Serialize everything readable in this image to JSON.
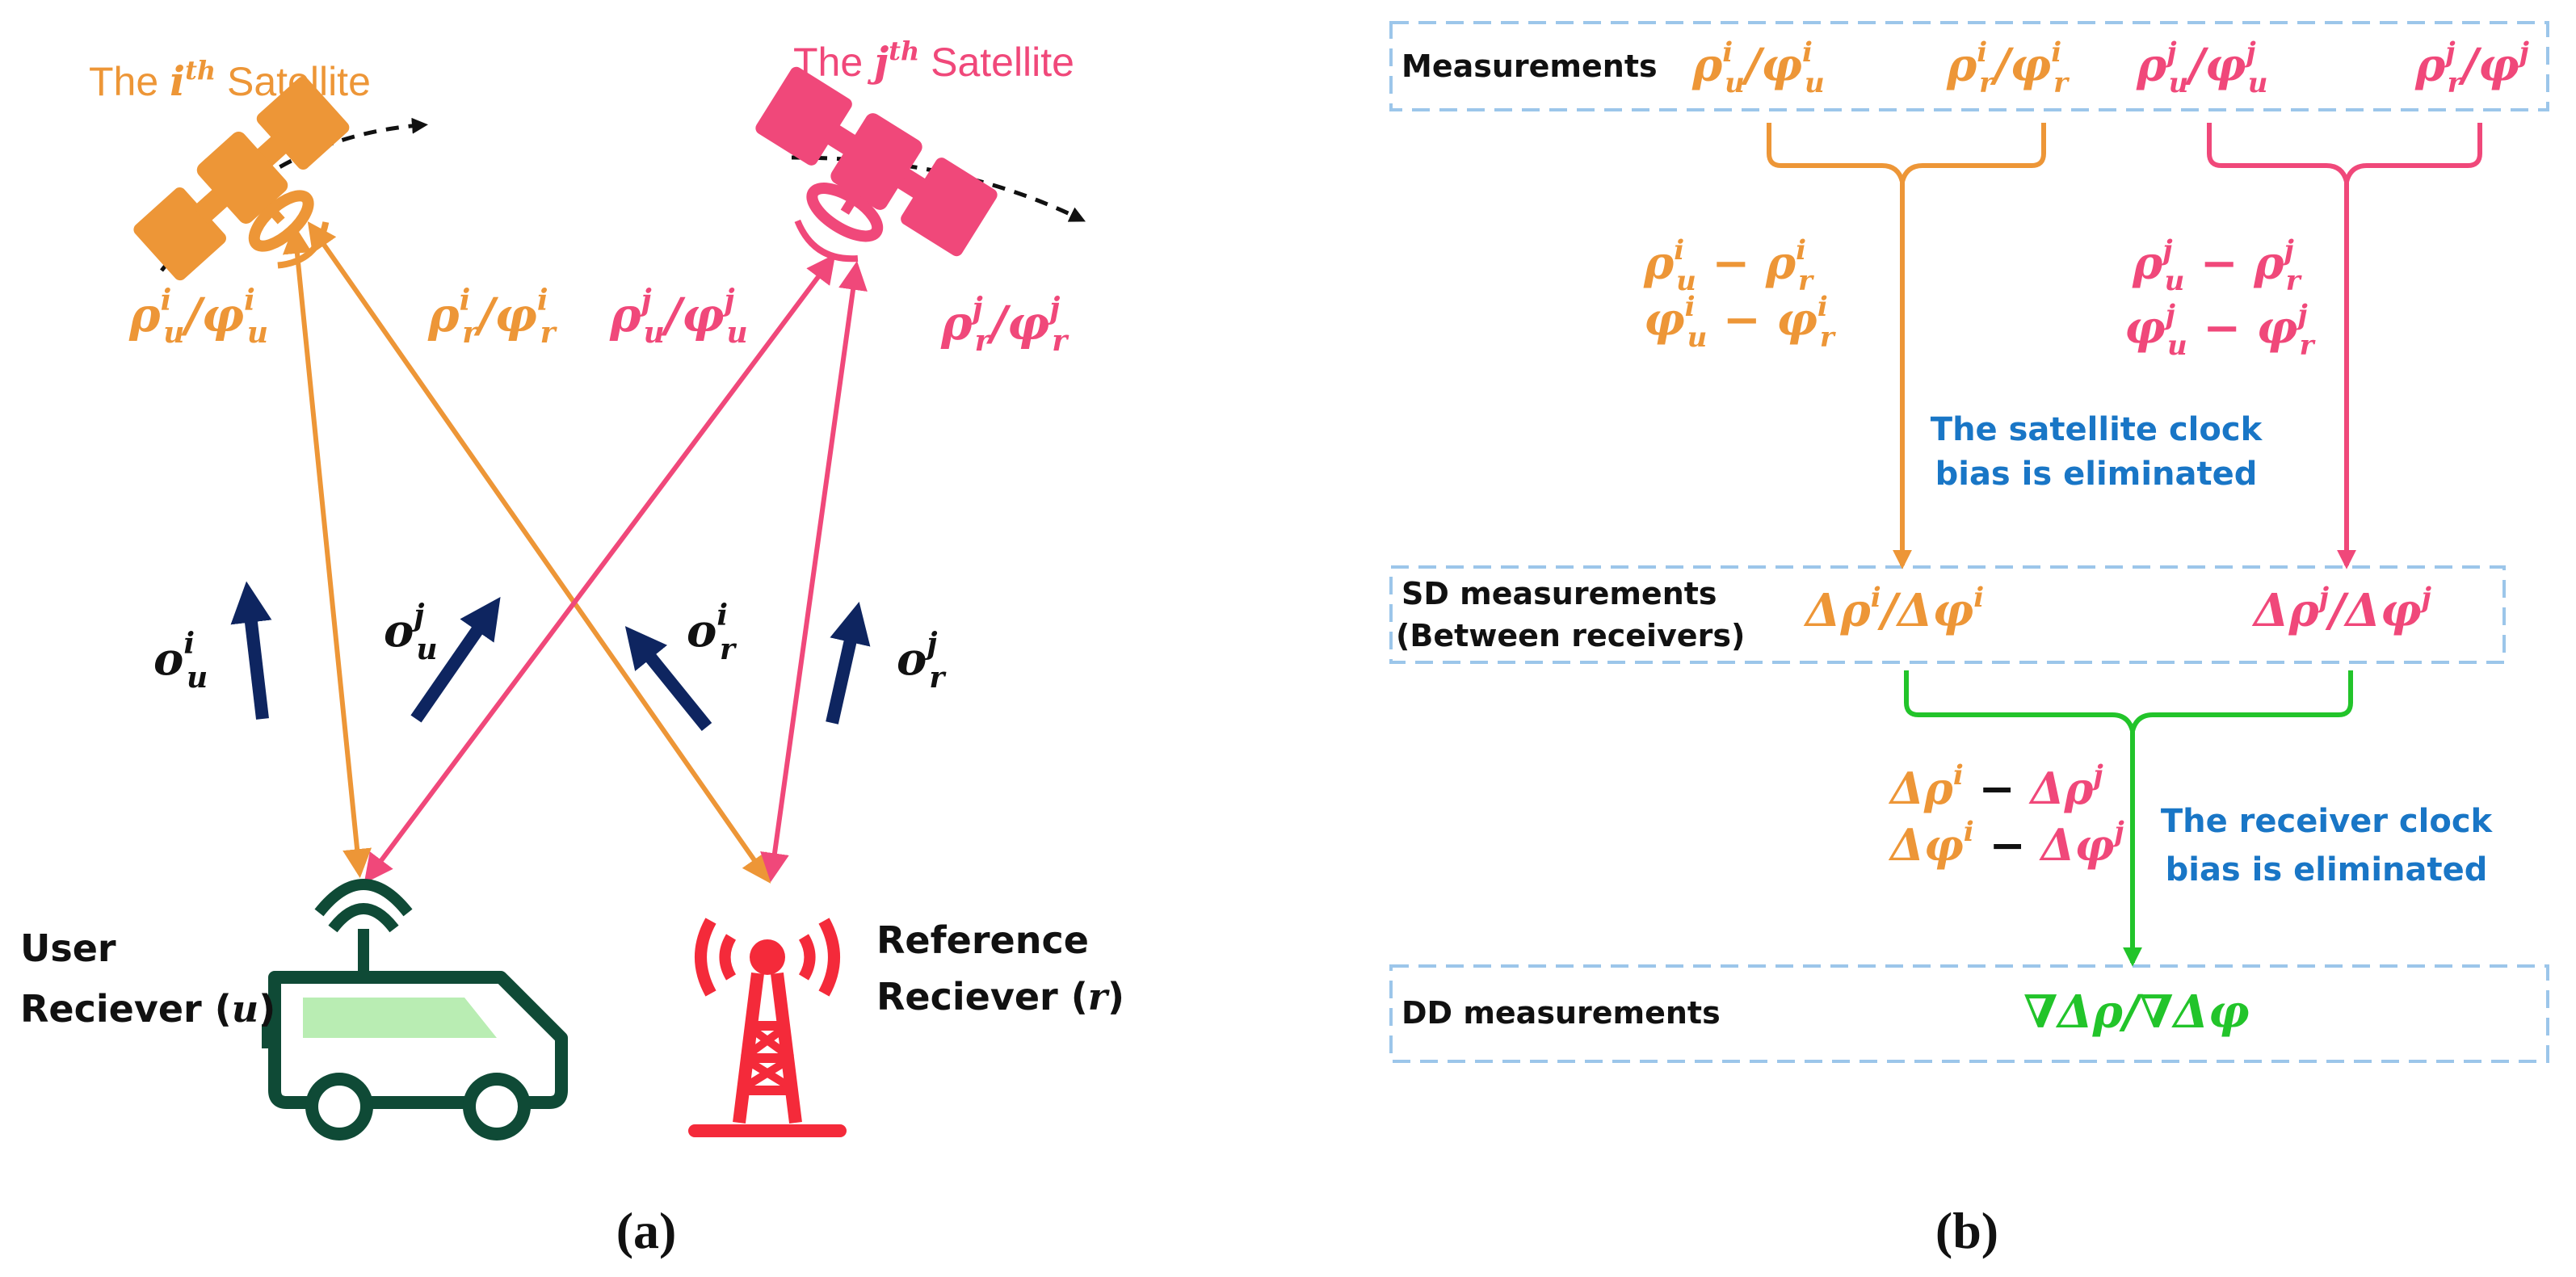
{
  "colors": {
    "orange": "#ED9637",
    "pink": "#F0487A",
    "green": "#22C42A",
    "blue": "#1976C6",
    "navy": "#0E2560",
    "dash_box": "#9CC6EA",
    "car": "#0F4A36",
    "car_window": "#B9EDB3",
    "tower": "#F42A3A"
  },
  "panel_a": {
    "caption": "(a)",
    "sat_i": {
      "title_pre": "The ",
      "title_var": "i",
      "title_sup": "th",
      "title_post": " Satellite",
      "icon": "satellite-icon"
    },
    "sat_j": {
      "title_pre": "The ",
      "title_var": "j",
      "title_sup": "th",
      "title_post": " Satellite",
      "icon": "satellite-icon"
    },
    "labels": {
      "rho_u_i": {
        "base1": "ρ",
        "sup1": "i",
        "sub1": "u",
        "sep": "/",
        "base2": "φ",
        "sup2": "i",
        "sub2": "u"
      },
      "rho_r_i": {
        "base1": "ρ",
        "sup1": "i",
        "sub1": "r",
        "sep": "/",
        "base2": "φ",
        "sup2": "i",
        "sub2": "r"
      },
      "rho_u_j": {
        "base1": "ρ",
        "sup1": "j",
        "sub1": "u",
        "sep": "/",
        "base2": "φ",
        "sup2": "j",
        "sub2": "u"
      },
      "rho_r_j": {
        "base1": "ρ",
        "sup1": "j",
        "sub1": "r",
        "sep": "/",
        "base2": "φ",
        "sup2": "j",
        "sub2": "r"
      }
    },
    "los": [
      {
        "base": "o",
        "sup": "i",
        "sub": "u"
      },
      {
        "base": "o",
        "sup": "j",
        "sub": "u"
      },
      {
        "base": "o",
        "sup": "i",
        "sub": "r"
      },
      {
        "base": "o",
        "sup": "j",
        "sub": "r"
      }
    ],
    "user": {
      "line1": "User",
      "line2_pre": "Reciever (",
      "line2_var": "u",
      "line2_post": ")",
      "icon": "car-icon"
    },
    "reference": {
      "line1": "Reference",
      "line2_pre": "Reciever (",
      "line2_var": "r",
      "line2_post": ")",
      "icon": "antenna-tower-icon"
    }
  },
  "panel_b": {
    "caption": "(b)",
    "measurements_label": "Measurements",
    "sd_label_line1": "SD measurements",
    "sd_label_line2": "(Between receivers)",
    "dd_label": "DD measurements",
    "sd_i": "Δρ",
    "sd_i_sup": "i",
    "sd_i_sep": "/Δφ",
    "sd_j": "Δρ",
    "sd_j_sup": "j",
    "sd_j_sep": "/Δφ",
    "diff_i": {
      "line1": {
        "a": "ρ",
        "a_sup": "i",
        "a_sub": "u",
        "op": " − ",
        "b": "ρ",
        "b_sup": "i",
        "b_sub": "r"
      },
      "line2": {
        "a": "φ",
        "a_sup": "i",
        "a_sub": "u",
        "op": " − ",
        "b": "φ",
        "b_sup": "i",
        "b_sub": "r"
      }
    },
    "diff_j": {
      "line1": {
        "a": "ρ",
        "a_sup": "j",
        "a_sub": "u",
        "op": " − ",
        "b": "ρ",
        "b_sup": "j",
        "b_sub": "r"
      },
      "line2": {
        "a": "φ",
        "a_sup": "j",
        "a_sub": "u",
        "op": " − ",
        "b": "φ",
        "b_sup": "j",
        "b_sub": "r"
      }
    },
    "dd_diff_line1": {
      "a": "Δρ",
      "op": " − ",
      "b": "Δρ"
    },
    "dd_diff_line2": {
      "a": "Δφ",
      "op": " − ",
      "b": "Δφ"
    },
    "dd_result": "∇Δρ/∇Δφ",
    "note_sat_line1": "The satellite clock",
    "note_sat_line2": "bias is eliminated",
    "note_rcv_line1": "The receiver clock",
    "note_rcv_line2": "bias is eliminated"
  }
}
